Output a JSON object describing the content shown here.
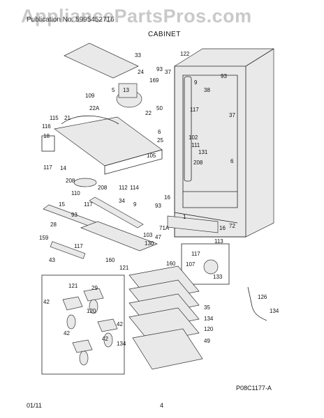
{
  "watermark": "AppliancePartsPros.com",
  "header": {
    "publication_line": "Publication No. 5995452716",
    "section_title": "CABINET"
  },
  "footer": {
    "date": "01/11",
    "page_number": "4",
    "figure_code": "P08C1177-A"
  },
  "callouts": [
    {
      "id": "c33",
      "label": "33"
    },
    {
      "id": "c122",
      "label": "122"
    },
    {
      "id": "c37a",
      "label": "37"
    },
    {
      "id": "c93a",
      "label": "93"
    },
    {
      "id": "c24",
      "label": "24"
    },
    {
      "id": "c9",
      "label": "9"
    },
    {
      "id": "c93b",
      "label": "93"
    },
    {
      "id": "c169",
      "label": "169"
    },
    {
      "id": "c5",
      "label": "5"
    },
    {
      "id": "c13",
      "label": "13"
    },
    {
      "id": "c38",
      "label": "38"
    },
    {
      "id": "c109",
      "label": "109"
    },
    {
      "id": "c50",
      "label": "50"
    },
    {
      "id": "c37b",
      "label": "37"
    },
    {
      "id": "c22a",
      "label": "22A"
    },
    {
      "id": "c22",
      "label": "22"
    },
    {
      "id": "c117a",
      "label": "117"
    },
    {
      "id": "c21",
      "label": "21"
    },
    {
      "id": "c115",
      "label": "115"
    },
    {
      "id": "c116",
      "label": "116"
    },
    {
      "id": "c6a",
      "label": "6"
    },
    {
      "id": "c18",
      "label": "18"
    },
    {
      "id": "c102",
      "label": "102"
    },
    {
      "id": "c111",
      "label": "111"
    },
    {
      "id": "c25",
      "label": "25"
    },
    {
      "id": "c131",
      "label": "131"
    },
    {
      "id": "c117b",
      "label": "117"
    },
    {
      "id": "c14",
      "label": "14"
    },
    {
      "id": "c105",
      "label": "105"
    },
    {
      "id": "c208a",
      "label": "208"
    },
    {
      "id": "c6b",
      "label": "6"
    },
    {
      "id": "c208b",
      "label": "208"
    },
    {
      "id": "c208c",
      "label": "208"
    },
    {
      "id": "c112",
      "label": "112"
    },
    {
      "id": "c114",
      "label": "114"
    },
    {
      "id": "c110",
      "label": "110"
    },
    {
      "id": "c15",
      "label": "15"
    },
    {
      "id": "c117c",
      "label": "117"
    },
    {
      "id": "c34",
      "label": "34"
    },
    {
      "id": "c9b",
      "label": "9"
    },
    {
      "id": "c16a",
      "label": "16"
    },
    {
      "id": "c93c",
      "label": "93"
    },
    {
      "id": "c93d",
      "label": "93"
    },
    {
      "id": "c28",
      "label": "28"
    },
    {
      "id": "c1",
      "label": "1"
    },
    {
      "id": "c72",
      "label": "72"
    },
    {
      "id": "c16b",
      "label": "16"
    },
    {
      "id": "c71a",
      "label": "71A"
    },
    {
      "id": "c103",
      "label": "103"
    },
    {
      "id": "c47",
      "label": "47"
    },
    {
      "id": "c113",
      "label": "113"
    },
    {
      "id": "c130",
      "label": "130"
    },
    {
      "id": "c159",
      "label": "159"
    },
    {
      "id": "c117d",
      "label": "117"
    },
    {
      "id": "c117e",
      "label": "117"
    },
    {
      "id": "c43",
      "label": "43"
    },
    {
      "id": "c160a",
      "label": "160"
    },
    {
      "id": "c160b",
      "label": "160"
    },
    {
      "id": "c107",
      "label": "107"
    },
    {
      "id": "c133",
      "label": "133"
    },
    {
      "id": "c121a",
      "label": "121"
    },
    {
      "id": "c121b",
      "label": "121"
    },
    {
      "id": "c42a",
      "label": "42"
    },
    {
      "id": "c29",
      "label": "29"
    },
    {
      "id": "c35",
      "label": "35"
    },
    {
      "id": "c126",
      "label": "126"
    },
    {
      "id": "c134a",
      "label": "134"
    },
    {
      "id": "c120a",
      "label": "120"
    },
    {
      "id": "c42b",
      "label": "42"
    },
    {
      "id": "c42c",
      "label": "42"
    },
    {
      "id": "c134b",
      "label": "134"
    },
    {
      "id": "c120b",
      "label": "120"
    },
    {
      "id": "c42d",
      "label": "42"
    },
    {
      "id": "c134c",
      "label": "134"
    },
    {
      "id": "c49",
      "label": "49"
    }
  ]
}
